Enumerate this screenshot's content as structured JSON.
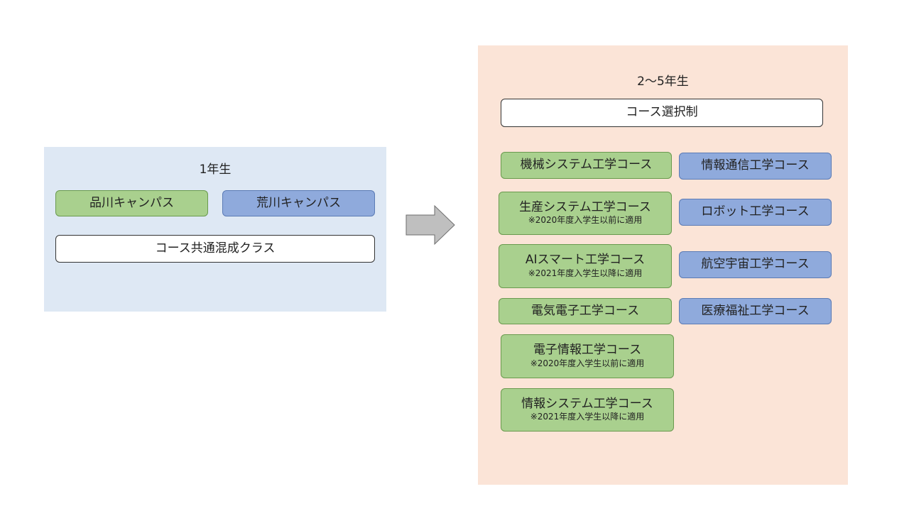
{
  "year1": {
    "title": "1年生",
    "shinagawa": "品川キャンパス",
    "arakawa": "荒川キャンパス",
    "mixed_class": "コース共通混成クラス",
    "colors": {
      "panel": "#dee8f4",
      "green": "#a9d08e",
      "blue": "#8faadc"
    }
  },
  "year2_5": {
    "title": "2〜5年生",
    "course_selection": "コース選択制",
    "colors": {
      "panel": "#fbe4d7"
    },
    "green_courses": [
      {
        "label": "機械システム工学コース",
        "note": ""
      },
      {
        "label": "生産システム工学コース",
        "note": "※2020年度入学生以前に適用"
      },
      {
        "label": "AIスマート工学コース",
        "note": "※2021年度入学生以降に適用"
      },
      {
        "label": "電気電子工学コース",
        "note": ""
      },
      {
        "label": "電子情報工学コース",
        "note": "※2020年度入学生以前に適用"
      },
      {
        "label": "情報システム工学コース",
        "note": "※2021年度入学生以降に適用"
      }
    ],
    "blue_courses": [
      {
        "label": "情報通信工学コース"
      },
      {
        "label": "ロボット工学コース"
      },
      {
        "label": "航空宇宙工学コース"
      },
      {
        "label": "医療福祉工学コース"
      }
    ]
  }
}
